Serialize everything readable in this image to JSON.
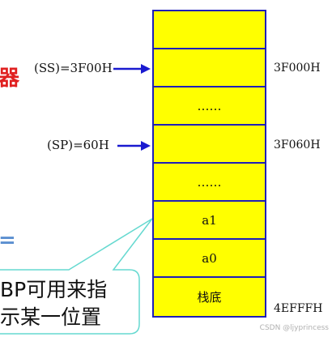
{
  "pointers": {
    "ss_label": "(SS)=3F00H",
    "sp_label": "(SP)=60H"
  },
  "stack": {
    "cells": [
      "",
      "",
      "……",
      "",
      "……",
      "a1",
      "a0",
      "栈底"
    ]
  },
  "addresses": {
    "a1": "3F000H",
    "a2": "3F060H",
    "a3": "4EFFFH"
  },
  "callout": {
    "line1": "BP可用来指",
    "line2": "示某一位置"
  },
  "edge_glyphs": {
    "red": "器",
    "blue": "="
  },
  "watermark": "CSDN @ljyprincess",
  "colors": {
    "cell_fill": "#ffff00",
    "cell_border": "#1f1fb8",
    "arrow": "#1a1ad0",
    "callout_border": "#66d9d0"
  }
}
